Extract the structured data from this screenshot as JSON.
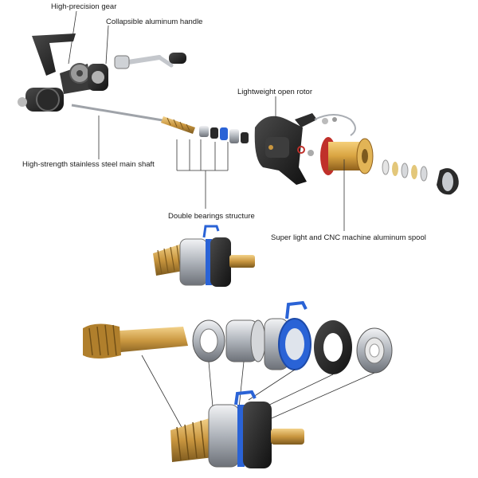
{
  "labels": {
    "gear": "High-precision gear",
    "handle": "Collapsible aluminum handle",
    "rotor": "Lightweight open rotor",
    "shaft": "High-strength stainless steel main shaft",
    "bearings": "Double bearings structure",
    "spool": "Super light and CNC machine aluminum spool"
  },
  "colors": {
    "brass": "#c9963f",
    "steel": "#b8bcc2",
    "dark": "#1e1e1e",
    "blue": "#2a63d6",
    "spool_red": "#c0302a",
    "spool_gold": "#d9a441"
  }
}
